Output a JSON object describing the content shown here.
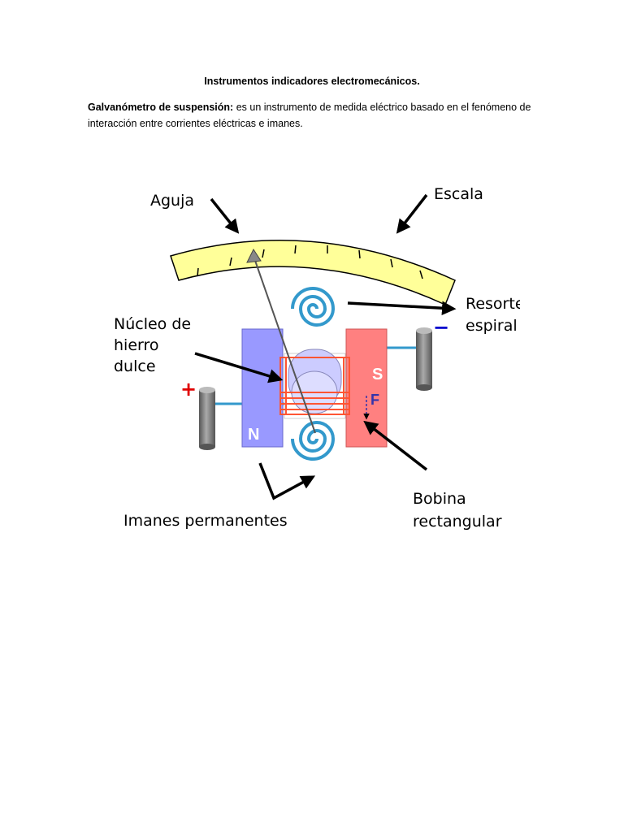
{
  "document": {
    "title": "Instrumentos indicadores electromecánicos.",
    "intro_term": "Galvanómetro de suspensión:",
    "intro_text": " es un instrumento de medida eléctrico basado en el fenómeno de interacción entre corrientes eléctricas e imanes."
  },
  "diagram": {
    "labels": {
      "aguja": "Aguja",
      "escala": "Escala",
      "resorte_line1": "Resorte",
      "resorte_line2": "espiral",
      "nucleo_line1": "Núcleo de",
      "nucleo_line2": "hierro",
      "nucleo_line3": "dulce",
      "imanes": "Imanes permanentes",
      "bobina_line1": "Bobina",
      "bobina_line2": "rectangular"
    },
    "poles": {
      "north": "N",
      "south": "S"
    },
    "terminals": {
      "positive": "+",
      "negative": "−"
    },
    "force_label": "F",
    "colors": {
      "scale": "#ffff99",
      "north_magnet": "#9999ff",
      "south_magnet": "#ff8080",
      "core": "#ccccff",
      "coil": "#ff5533",
      "spring": "#3399cc",
      "terminal": "#777777",
      "positive": "#e00000",
      "negative": "#0000cc"
    }
  }
}
